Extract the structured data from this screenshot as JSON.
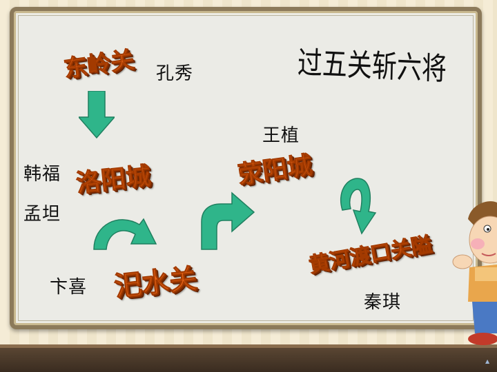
{
  "slide": {
    "title": "过五关斩六将",
    "places": {
      "dongling": "东岭关",
      "luoyang": "洛阳城",
      "sishui": "汜水关",
      "xingyang": "荥阳城",
      "huanghe": "黄河渡口关隘"
    },
    "generals": {
      "kong_xiu": "孔秀",
      "han_fu": "韩福",
      "meng_tan": "孟坦",
      "bian_xi": "卞喜",
      "wang_zhi": "王植",
      "qin_qi": "秦琪"
    }
  },
  "colors": {
    "place_text": "#e8661a",
    "arrow_fill": "#2fb58a",
    "board_frame": "#8c7a5a"
  }
}
